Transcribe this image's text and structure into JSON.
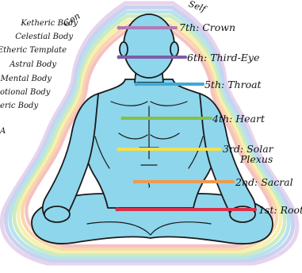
{
  "top_arc": {
    "left_fragment": "Con",
    "right_fragment": "Self"
  },
  "body_layers": [
    {
      "label": "Ketheric Body"
    },
    {
      "label": "Celestial Body"
    },
    {
      "label": "Etheric Template"
    },
    {
      "label": "Astral Body"
    },
    {
      "label": "Mental Body"
    },
    {
      "label": "otional Body"
    },
    {
      "label": "eric Body"
    },
    {
      "label": "A"
    }
  ],
  "chakras": [
    {
      "label": "7th: Crown",
      "color": "#b479b3"
    },
    {
      "label": "6th: Third-Eye",
      "color": "#7b5ea7"
    },
    {
      "label": "5th: Throat",
      "color": "#3fa9d6"
    },
    {
      "label": "4th: Heart",
      "color": "#86bf45"
    },
    {
      "label_line1": "3rd: Solar",
      "label_line2": "Plexus",
      "color": "#f6e04b"
    },
    {
      "label": "2nd: Sacral",
      "color": "#ef9a4e"
    },
    {
      "label": "1st: Root",
      "color": "#d8314a"
    }
  ],
  "colors": {
    "body_fill": "#8ed6ec",
    "body_stroke": "#1a1a1a",
    "aura_layers": [
      "#e6d4ee",
      "#c9d2ee",
      "#b7e3ef",
      "#cdebc0",
      "#f7f0ae",
      "#f9d6ae",
      "#f6c1c1"
    ]
  }
}
